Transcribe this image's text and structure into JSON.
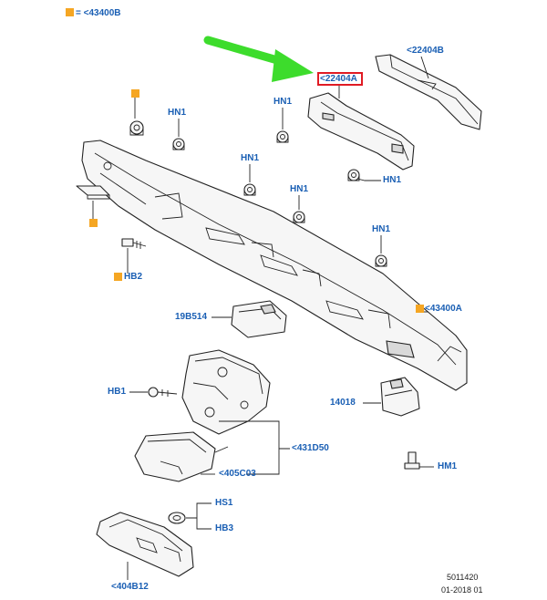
{
  "legend": {
    "square_color": "#f5a623",
    "text": "= <43400B"
  },
  "labels": {
    "l22404B": "<22404B",
    "l22404A": "<22404A",
    "hn1_a": "HN1",
    "hn1_b": "HN1",
    "hn1_c": "HN1",
    "hn1_d": "HN1",
    "hn1_e": "HN1",
    "hn1_f": "HN1",
    "hb2": "HB2",
    "l43400A": "<43400A",
    "l19B514": "19B514",
    "hb1": "HB1",
    "l14018": "14018",
    "l431D50": "<431D50",
    "l405C03": "<405C03",
    "hm1": "HM1",
    "hs1": "HS1",
    "hb3": "HB3",
    "l404B12": "<404B12"
  },
  "footer": {
    "code": "5011420",
    "date": "01-2018 01"
  },
  "colors": {
    "label": "#1a5fb4",
    "highlight": "#e01b24",
    "arrow": "#3ddc2c",
    "marker": "#f5a623"
  }
}
